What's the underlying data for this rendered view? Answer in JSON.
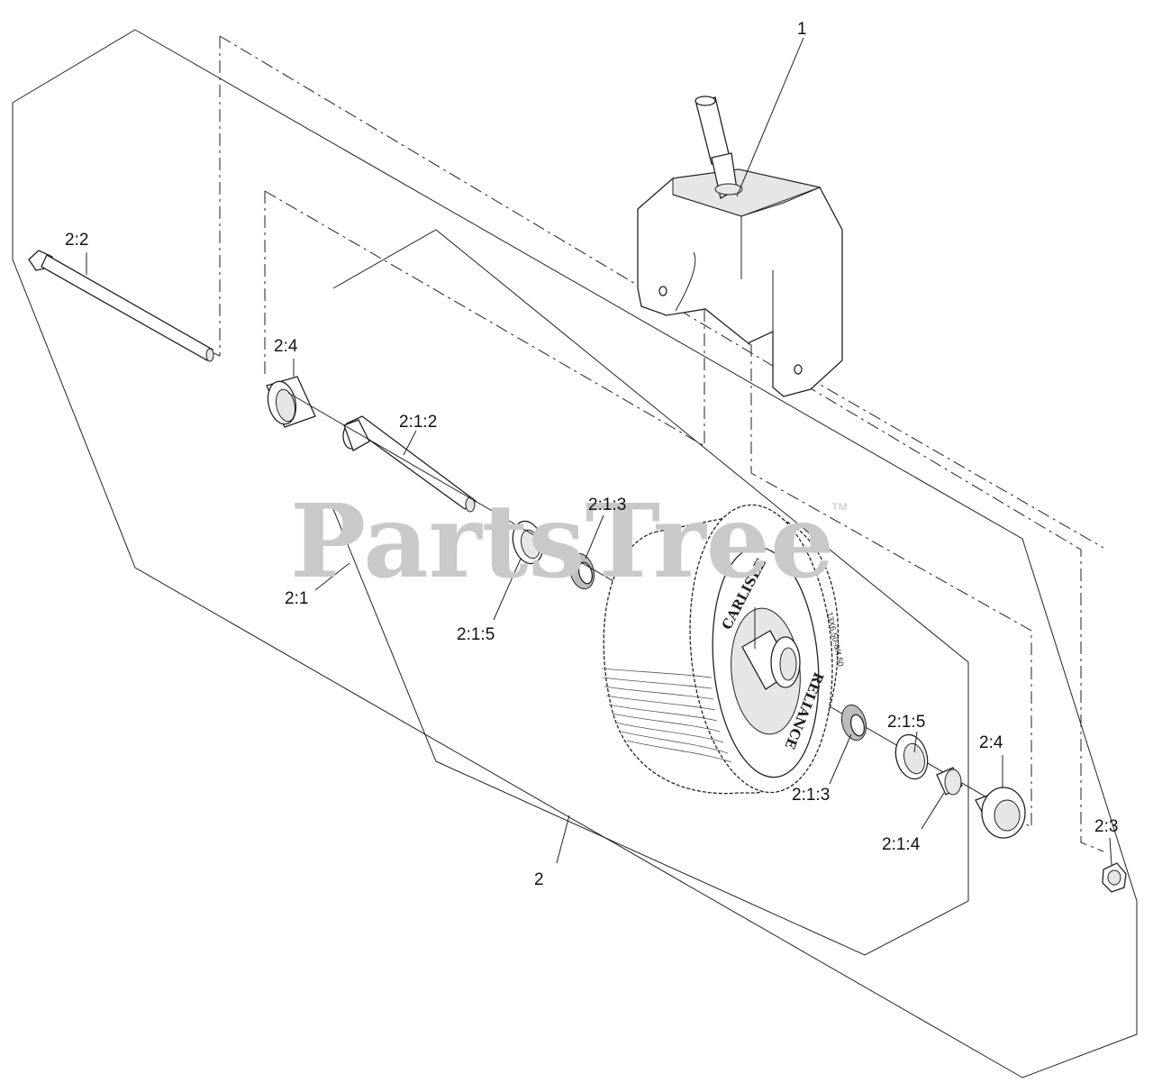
{
  "watermark": {
    "text": "PartsTree",
    "trademark": "™"
  },
  "tire_sidewall": {
    "brand": "CARLISLE",
    "size": "13X6.50-6/4.50",
    "model": "RELIANCE"
  },
  "callouts": [
    {
      "id": "1",
      "label": "1"
    },
    {
      "id": "2",
      "label": "2"
    },
    {
      "id": "2_1",
      "label": "2:1"
    },
    {
      "id": "2_1_2",
      "label": "2:1:2"
    },
    {
      "id": "2_1_3_a",
      "label": "2:1:3"
    },
    {
      "id": "2_1_3_b",
      "label": "2:1:3"
    },
    {
      "id": "2_1_4",
      "label": "2:1:4"
    },
    {
      "id": "2_1_5_a",
      "label": "2:1:5"
    },
    {
      "id": "2_1_5_b",
      "label": "2:1:5"
    },
    {
      "id": "2_2",
      "label": "2:2"
    },
    {
      "id": "2_3",
      "label": "2:3"
    },
    {
      "id": "2_4_a",
      "label": "2:4"
    },
    {
      "id": "2_4_b",
      "label": "2:4"
    }
  ],
  "colors": {
    "line": "#222222",
    "watermark": "#c9c9c9",
    "background": "#ffffff"
  }
}
